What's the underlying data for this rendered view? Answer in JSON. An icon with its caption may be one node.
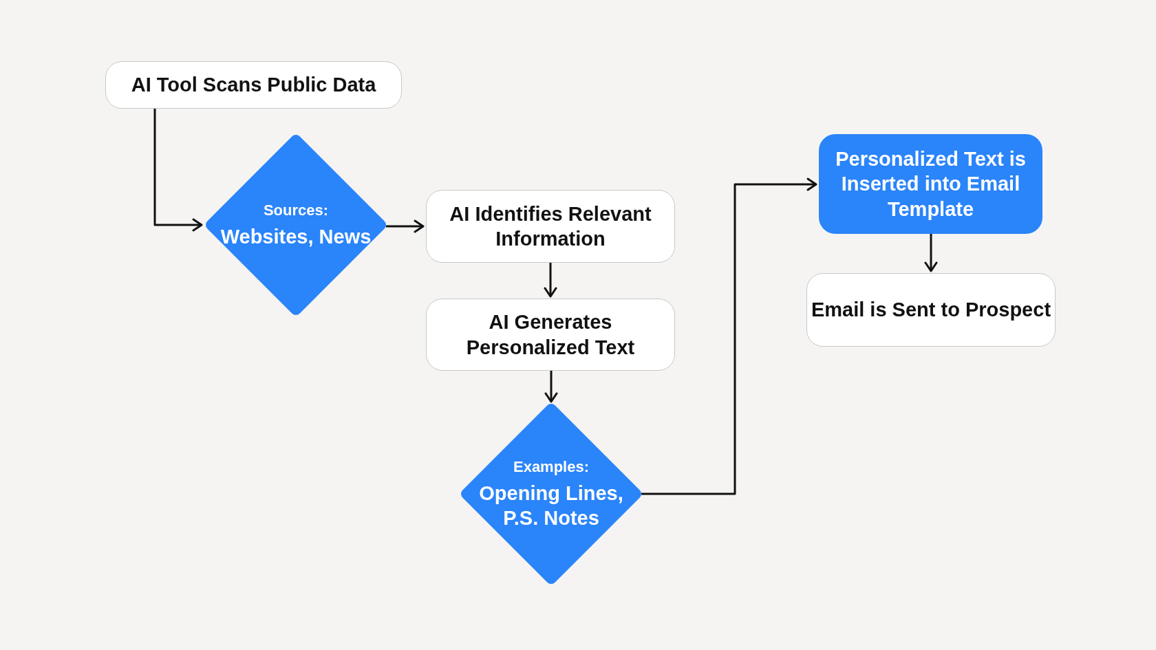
{
  "diagram": {
    "nodes": [
      {
        "text": [
          "AI Tool Scans Public Data"
        ]
      },
      {
        "text": [
          "Sources:",
          "Websites, News"
        ]
      },
      {
        "text": [
          "AI Identifies Relevant Information"
        ]
      },
      {
        "text": [
          "AI Generates Personalized Text"
        ]
      },
      {
        "text": [
          "Examples:",
          "Opening Lines, P.S. Notes"
        ]
      },
      {
        "text": [
          "Personalized Text is Inserted into Email Template"
        ]
      },
      {
        "text": [
          "Email is Sent to Prospect"
        ]
      }
    ],
    "edges": [
      {
        "from": 0,
        "to": 1,
        "arrow": "to"
      },
      {
        "from": 1,
        "to": 2,
        "arrow": "to"
      },
      {
        "from": 2,
        "to": 3,
        "arrow": "to"
      },
      {
        "from": 3,
        "to": 4,
        "arrow": "to"
      },
      {
        "from": 4,
        "to": 5,
        "arrow": "to"
      },
      {
        "from": 5,
        "to": 6,
        "arrow": "to"
      }
    ]
  }
}
